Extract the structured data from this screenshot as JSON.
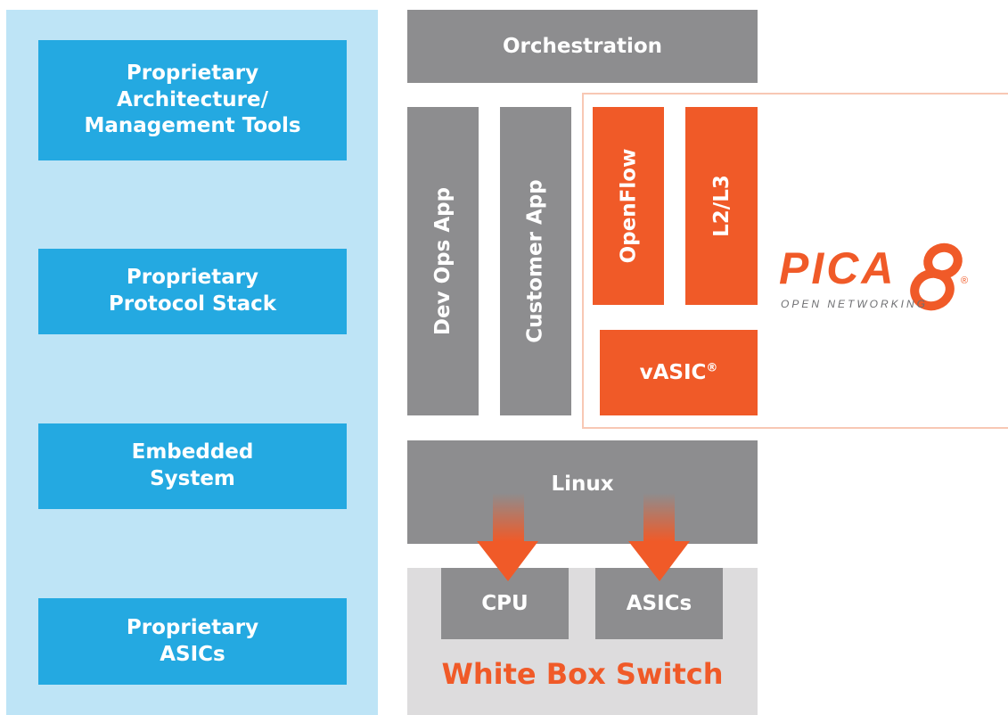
{
  "colors": {
    "proprietary_blue": "#24a9e1",
    "proprietary_bg": "#bee4f6",
    "stack_gray": "#8d8d8f",
    "pica8_orange": "#f05a28",
    "switch_bg": "#dddcdd"
  },
  "proprietary_stack": [
    {
      "label": "Proprietary\nArchitecture/\nManagement Tools"
    },
    {
      "label": "Proprietary\nProtocol Stack"
    },
    {
      "label": "Embedded\nSystem"
    },
    {
      "label": "Proprietary\nASICs"
    }
  ],
  "open_stack": {
    "orchestration": "Orchestration",
    "apps": [
      "Dev Ops App",
      "Customer App"
    ],
    "pica8_modules": [
      "OpenFlow",
      "L2/L3"
    ],
    "vasic": "vASIC",
    "vasic_mark": "®",
    "linux": "Linux",
    "hardware": [
      "CPU",
      "ASICs"
    ],
    "platform": "White Box Switch"
  },
  "logo": {
    "wordmark": "PICA8",
    "tagline": "OPEN NETWORKING",
    "mark": "®"
  }
}
